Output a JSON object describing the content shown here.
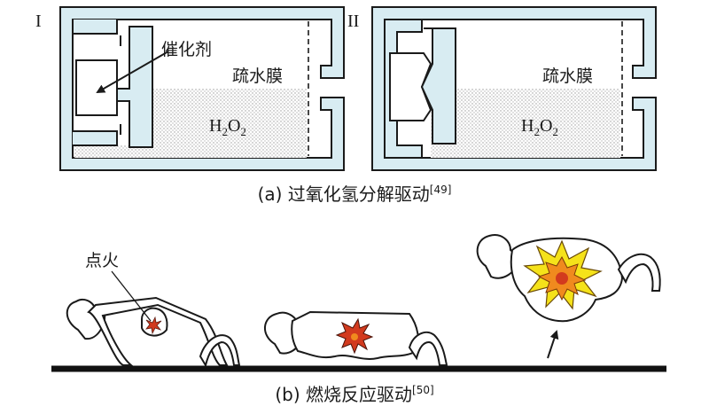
{
  "panel_a": {
    "chamber_I_label": "I",
    "chamber_II_label": "II",
    "catalyst_label": "催化剂",
    "membrane_I_label": "疏水膜",
    "membrane_II_label": "疏水膜",
    "fluid_I": {
      "base": "H",
      "sub1": "2",
      "mid": "O",
      "sub2": "2"
    },
    "fluid_II": {
      "base": "H",
      "sub1": "2",
      "mid": "O",
      "sub2": "2"
    },
    "caption": "(a) 过氧化氢分解驱动",
    "caption_ref": "[49]"
  },
  "panel_b": {
    "ignition_label": "点火",
    "caption": "(b) 燃烧反应驱动",
    "caption_ref": "[50]"
  },
  "colors": {
    "chamber_fill": "#d8ecf2",
    "outline": "#1a1a1a",
    "fluid_dots": "#9a9a9a",
    "flame_red": "#d23a1e",
    "flame_orange": "#f08a1e",
    "flame_yellow": "#f5e21a"
  }
}
